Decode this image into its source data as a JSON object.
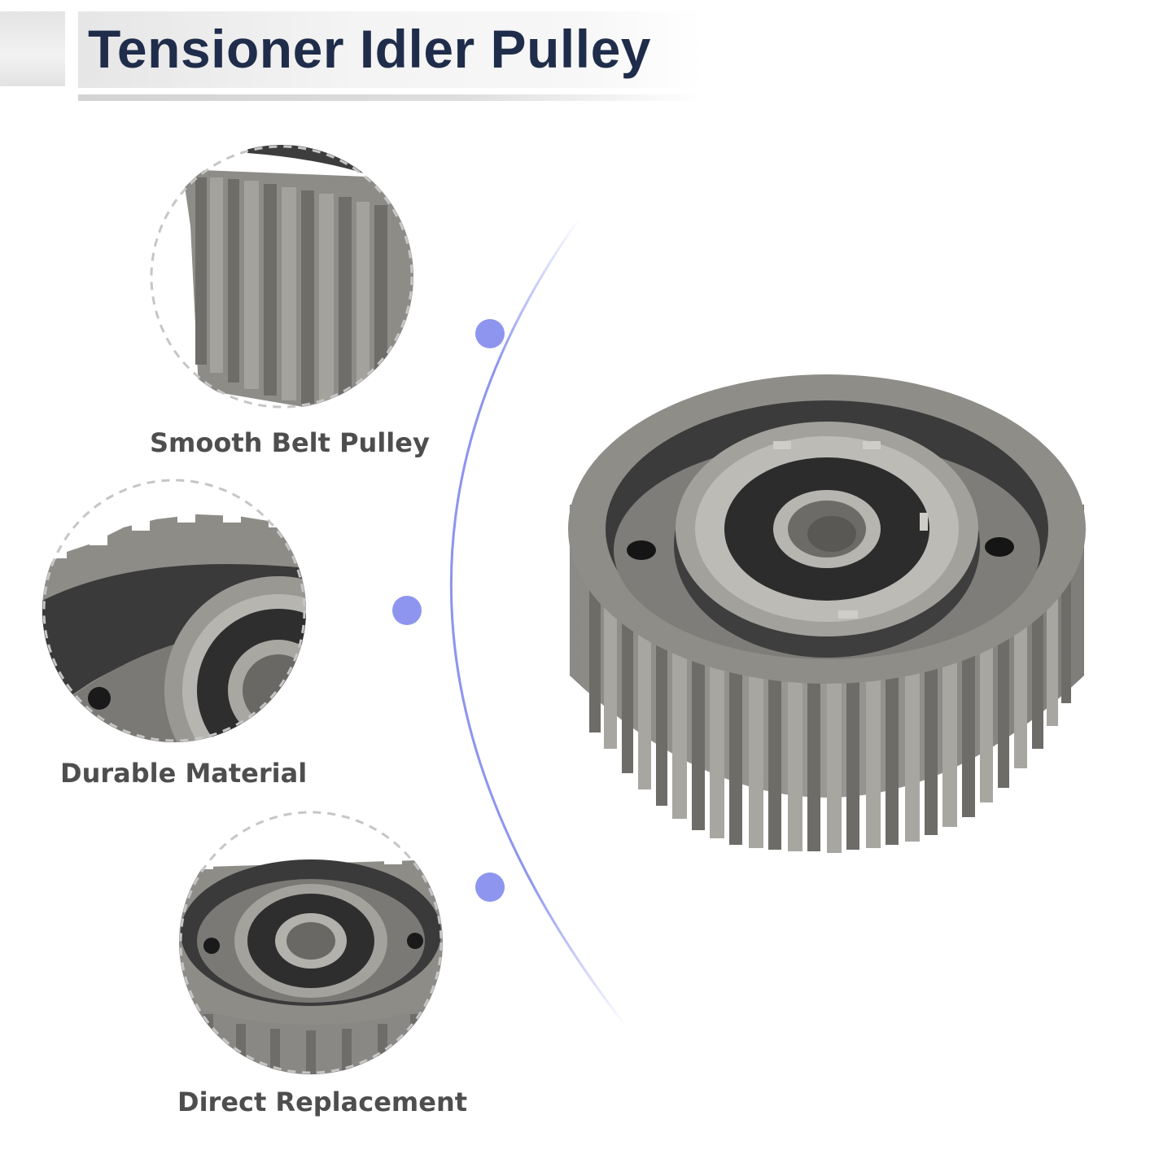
{
  "page": {
    "title": "Tensioner Idler Pulley"
  },
  "features": [
    {
      "label": "Smooth Belt Pulley",
      "icon": "pulley-teeth-closeup-image"
    },
    {
      "label": "Durable Material",
      "icon": "pulley-bearing-closeup-image"
    },
    {
      "label": "Direct Replacement",
      "icon": "pulley-front-closeup-image"
    }
  ],
  "colors": {
    "title_text": "#1f2d4b",
    "label_text": "#4e4e4e",
    "accent_arc": "#8d95ef",
    "metal": "#8a8884",
    "rubber": "#3a3a3a"
  }
}
